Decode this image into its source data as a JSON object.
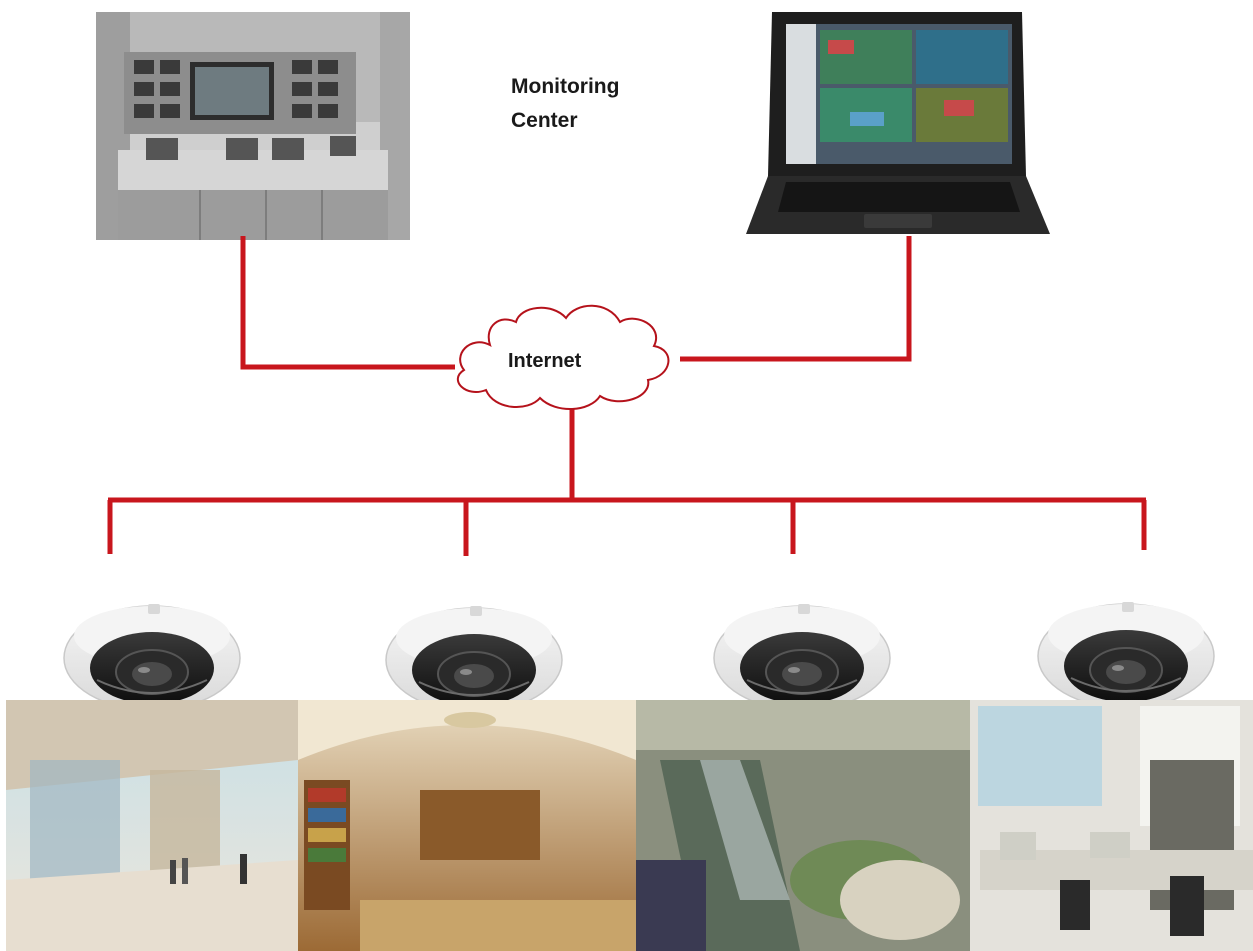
{
  "labels": {
    "monitoring_line1": "Monitoring",
    "monitoring_line2": "Center",
    "internet": "Internet"
  },
  "colors": {
    "link_line": "#c8161d",
    "cloud_stroke": "#b5121b",
    "camera_housing": "#ececec",
    "camera_lens": "#1b1b1b"
  },
  "icons": {
    "control_room": "monitoring-room-photo",
    "laptop": "laptop-icon",
    "cloud": "cloud-icon",
    "camera": "fisheye-dome-camera-icon"
  },
  "cameras": [
    {
      "id": "camera-1"
    },
    {
      "id": "camera-2"
    },
    {
      "id": "camera-3"
    },
    {
      "id": "camera-4"
    }
  ],
  "scenes": [
    {
      "id": "lobby-scene"
    },
    {
      "id": "library-scene"
    },
    {
      "id": "mall-scene"
    },
    {
      "id": "office-scene"
    }
  ]
}
